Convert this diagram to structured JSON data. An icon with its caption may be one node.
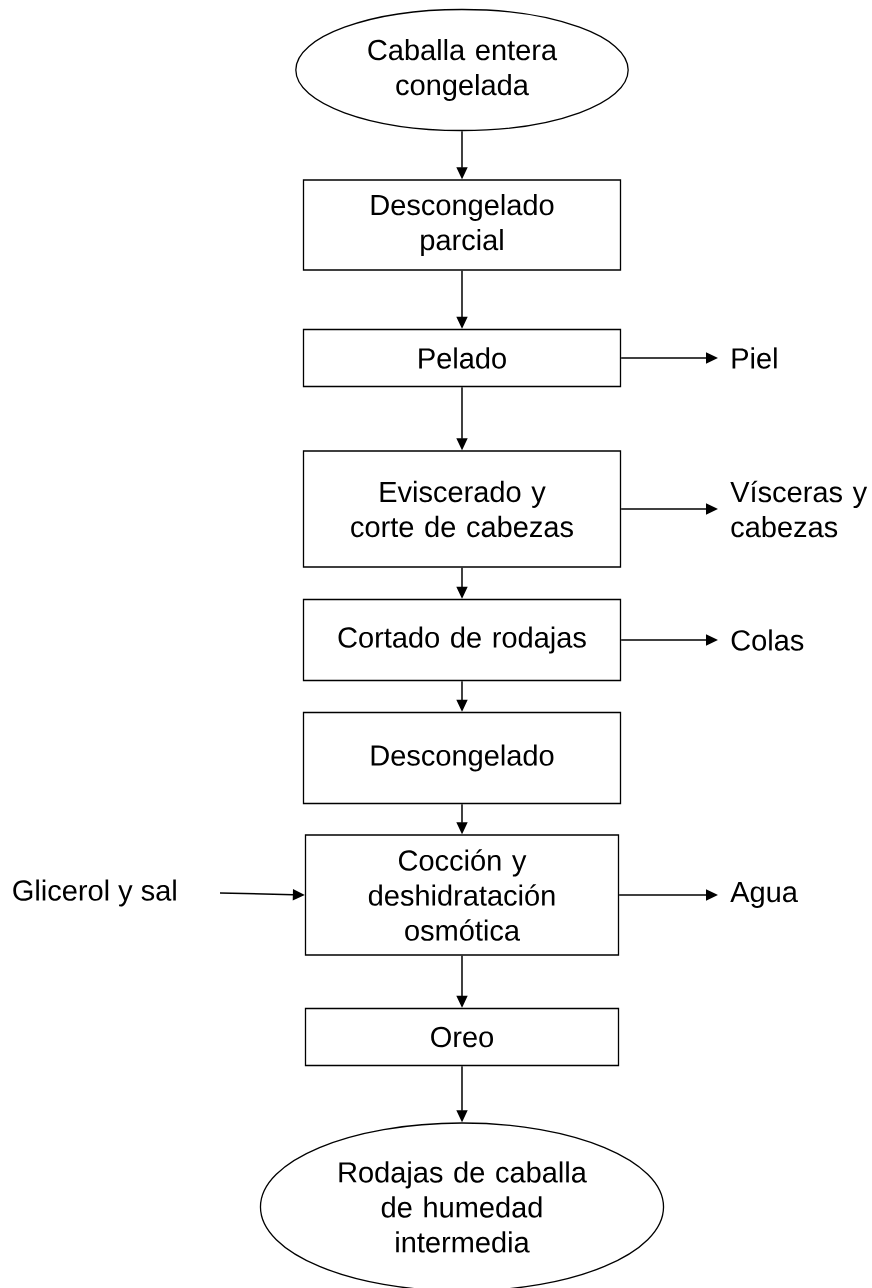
{
  "diagram": {
    "nodes": [
      {
        "text": [
          "Caballa entera congelada"
        ]
      },
      {
        "text": [
          "Descongelado parcial"
        ]
      },
      {
        "text": [
          "Pelado"
        ]
      },
      {
        "text": [
          "Piel"
        ]
      },
      {
        "text": [
          "Eviscerado y corte de cabezas"
        ]
      },
      {
        "text": [
          "Vísceras y cabezas"
        ]
      },
      {
        "text": [
          "Cortado de rodajas"
        ]
      },
      {
        "text": [
          "Colas"
        ]
      },
      {
        "text": [
          "Descongelado"
        ]
      },
      {
        "text": [
          "Glicerol y sal"
        ]
      },
      {
        "text": [
          "Cocción y deshidratación osmótica"
        ]
      },
      {
        "text": [
          "Agua"
        ]
      },
      {
        "text": [
          "Oreo"
        ]
      },
      {
        "text": [
          "Rodajas de caballa de humedad intermedia"
        ]
      }
    ],
    "edges": [
      {
        "from": 0,
        "to": 1,
        "arrow": "to"
      },
      {
        "from": 1,
        "to": 2,
        "arrow": "to"
      },
      {
        "from": 2,
        "to": 3,
        "arrow": "to"
      },
      {
        "from": 2,
        "to": 4,
        "arrow": "to"
      },
      {
        "from": 4,
        "to": 5,
        "arrow": "to"
      },
      {
        "from": 4,
        "to": 6,
        "arrow": "to"
      },
      {
        "from": 6,
        "to": 7,
        "arrow": "to"
      },
      {
        "from": 6,
        "to": 8,
        "arrow": "to"
      },
      {
        "from": 8,
        "to": 10,
        "arrow": "to"
      },
      {
        "from": 9,
        "to": 10,
        "arrow": "to"
      },
      {
        "from": 10,
        "to": 11,
        "arrow": "to"
      },
      {
        "from": 10,
        "to": 12,
        "arrow": "to"
      },
      {
        "from": 12,
        "to": 13,
        "arrow": "to"
      }
    ]
  }
}
